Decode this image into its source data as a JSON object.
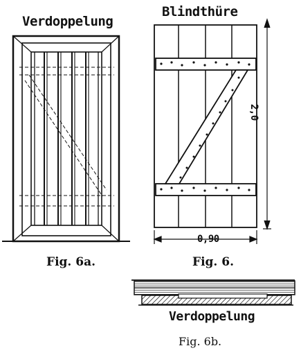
{
  "fig6a": {
    "title": "Verdoppelung",
    "caption": "Fig. 6a."
  },
  "fig6": {
    "title": "Blindthüre",
    "caption": "Fig. 6.",
    "width_label": "0,90",
    "height_label": "2,0"
  },
  "fig6b": {
    "title": "Verdoppelung",
    "caption": "Fig. 6b."
  }
}
